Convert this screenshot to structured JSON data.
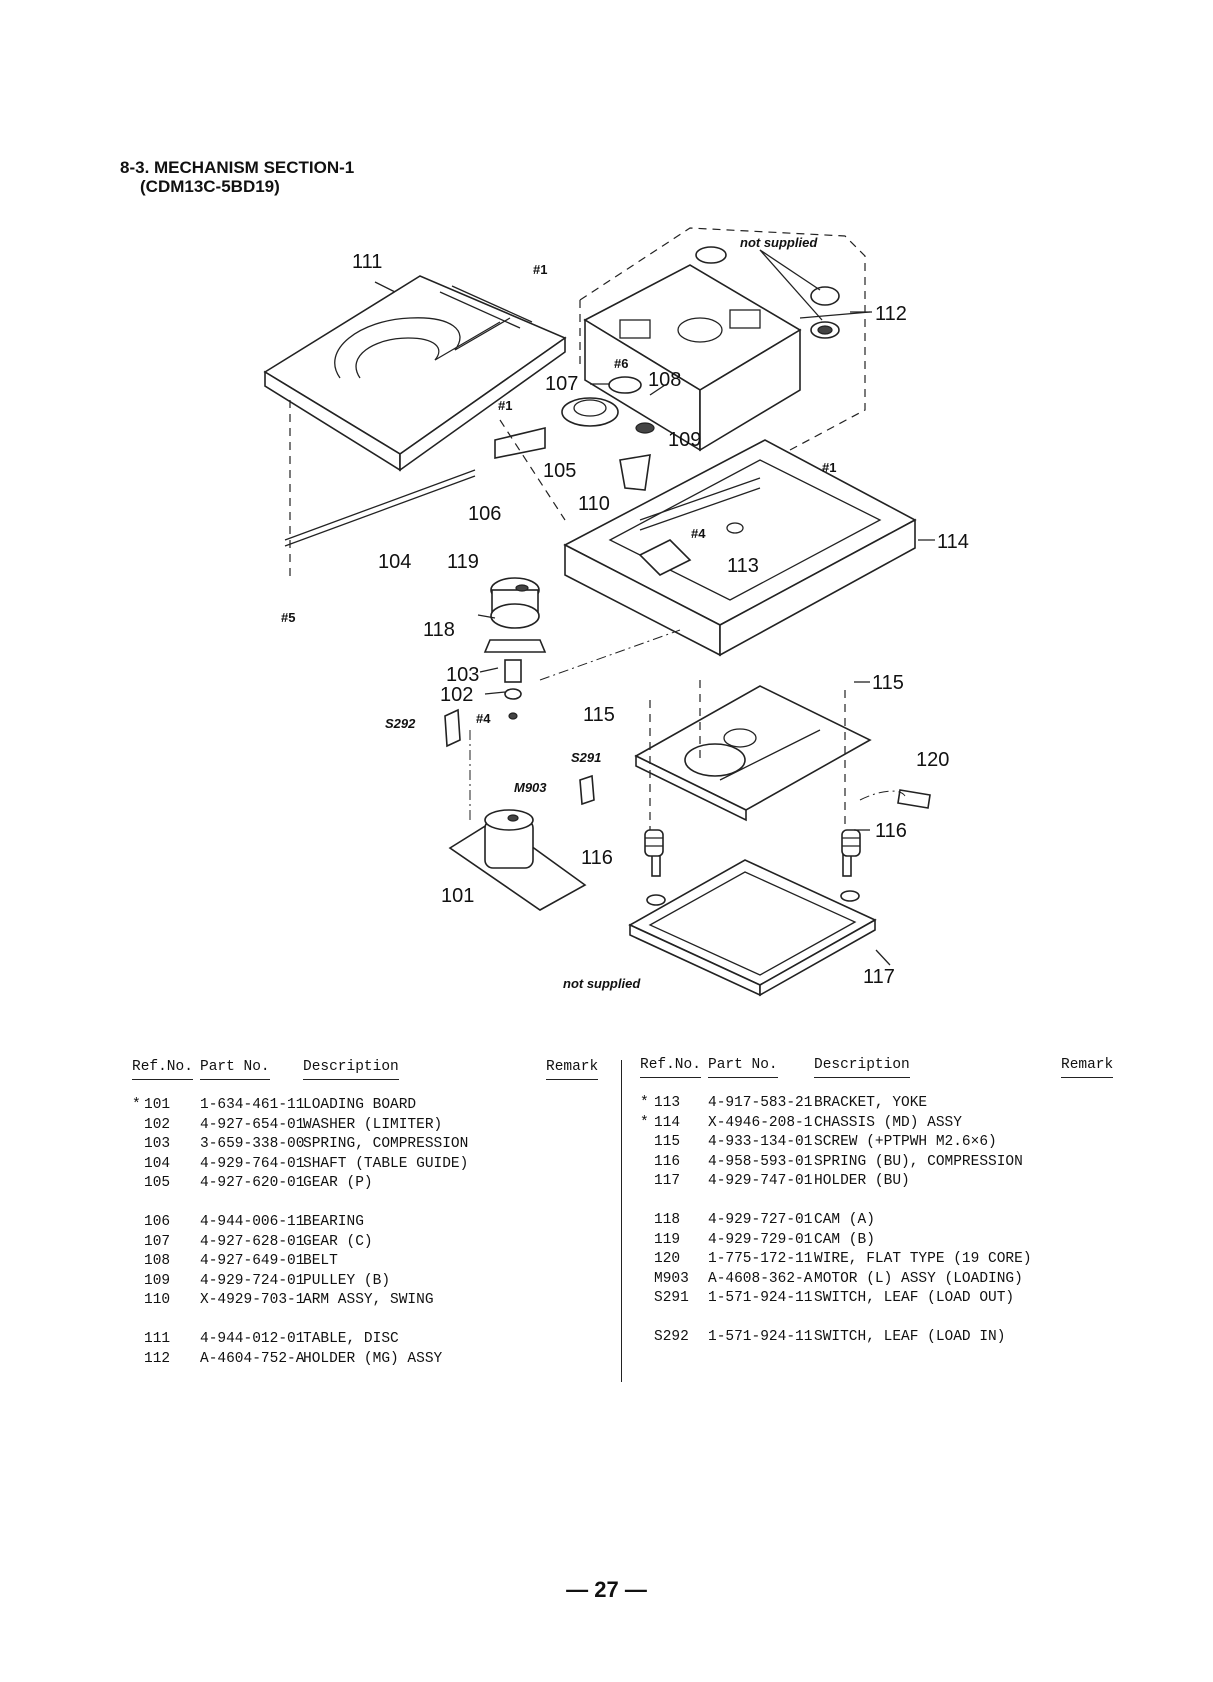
{
  "header": {
    "title": "8-3. MECHANISM SECTION-1",
    "model": "(CDM13C-5BD19)"
  },
  "diagram": {
    "callouts": [
      "111",
      "112",
      "107",
      "108",
      "109",
      "105",
      "110",
      "106",
      "104",
      "119",
      "118",
      "103",
      "102",
      "113",
      "114",
      "115",
      "115",
      "120",
      "116",
      "116",
      "101",
      "117"
    ],
    "screw_labels": [
      "#1",
      "#1",
      "#1",
      "#6",
      "#4",
      "#4",
      "#5"
    ],
    "switch_labels": [
      "S292",
      "S291",
      "M903"
    ],
    "notes": [
      "not supplied",
      "not supplied"
    ]
  },
  "table": {
    "headers": {
      "ref": "Ref.No.",
      "part": "Part No.",
      "desc": "Description",
      "remark": "Remark"
    },
    "left": [
      {
        "mark": "*",
        "ref": "101",
        "part": "1-634-461-11",
        "desc": "LOADING BOARD"
      },
      {
        "mark": "",
        "ref": "102",
        "part": "4-927-654-01",
        "desc": "WASHER (LIMITER)"
      },
      {
        "mark": "",
        "ref": "103",
        "part": "3-659-338-00",
        "desc": "SPRING, COMPRESSION"
      },
      {
        "mark": "",
        "ref": "104",
        "part": "4-929-764-01",
        "desc": "SHAFT (TABLE GUIDE)"
      },
      {
        "mark": "",
        "ref": "105",
        "part": "4-927-620-01",
        "desc": "GEAR (P)"
      },
      {
        "gap": true
      },
      {
        "mark": "",
        "ref": "106",
        "part": "4-944-006-11",
        "desc": "BEARING"
      },
      {
        "mark": "",
        "ref": "107",
        "part": "4-927-628-01",
        "desc": "GEAR (C)"
      },
      {
        "mark": "",
        "ref": "108",
        "part": "4-927-649-01",
        "desc": "BELT"
      },
      {
        "mark": "",
        "ref": "109",
        "part": "4-929-724-01",
        "desc": "PULLEY (B)"
      },
      {
        "mark": "",
        "ref": "110",
        "part": "X-4929-703-1",
        "desc": "ARM ASSY, SWING"
      },
      {
        "gap": true
      },
      {
        "mark": "",
        "ref": "111",
        "part": "4-944-012-01",
        "desc": "TABLE, DISC"
      },
      {
        "mark": "",
        "ref": "112",
        "part": "A-4604-752-A",
        "desc": "HOLDER (MG) ASSY"
      }
    ],
    "right": [
      {
        "mark": "*",
        "ref": "113",
        "part": "4-917-583-21",
        "desc": "BRACKET, YOKE"
      },
      {
        "mark": "*",
        "ref": "114",
        "part": "X-4946-208-1",
        "desc": "CHASSIS (MD) ASSY"
      },
      {
        "mark": "",
        "ref": "115",
        "part": "4-933-134-01",
        "desc": "SCREW (+PTPWH M2.6×6)"
      },
      {
        "mark": "",
        "ref": "116",
        "part": "4-958-593-01",
        "desc": "SPRING (BU), COMPRESSION"
      },
      {
        "mark": "",
        "ref": "117",
        "part": "4-929-747-01",
        "desc": "HOLDER (BU)"
      },
      {
        "gap": true
      },
      {
        "mark": "",
        "ref": "118",
        "part": "4-929-727-01",
        "desc": "CAM (A)"
      },
      {
        "mark": "",
        "ref": "119",
        "part": "4-929-729-01",
        "desc": "CAM (B)"
      },
      {
        "mark": "",
        "ref": "120",
        "part": "1-775-172-11",
        "desc": "WIRE, FLAT TYPE (19 CORE)"
      },
      {
        "mark": "",
        "ref": "M903",
        "part": "A-4608-362-A",
        "desc": "MOTOR (L) ASSY (LOADING)"
      },
      {
        "mark": "",
        "ref": "S291",
        "part": "1-571-924-11",
        "desc": "SWITCH, LEAF (LOAD OUT)"
      },
      {
        "gap": true
      },
      {
        "mark": "",
        "ref": "S292",
        "part": "1-571-924-11",
        "desc": "SWITCH, LEAF (LOAD IN)"
      }
    ]
  },
  "footer": {
    "page": "— 27 —"
  }
}
